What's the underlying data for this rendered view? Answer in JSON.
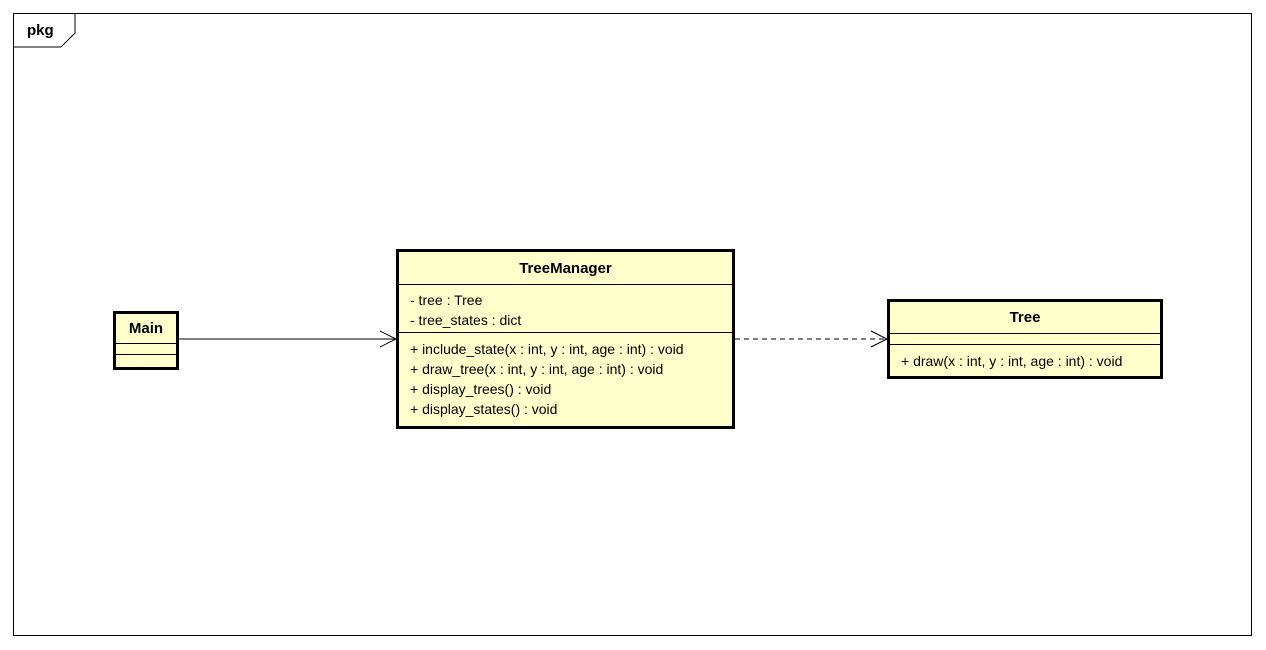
{
  "diagram": {
    "frame_label": "pkg",
    "classes": [
      {
        "name": "Main",
        "attributes": [],
        "operations": []
      },
      {
        "name": "TreeManager",
        "attributes": [
          "- tree : Tree",
          "- tree_states : dict"
        ],
        "operations": [
          "+ include_state(x : int, y : int, age : int) : void",
          "+ draw_tree(x : int, y : int, age : int) : void",
          "+ display_trees() : void",
          "+ display_states() : void"
        ]
      },
      {
        "name": "Tree",
        "attributes": [],
        "operations": [
          "+ draw(x : int, y : int, age : int) : void"
        ]
      }
    ],
    "relations": [
      {
        "from": "Main",
        "to": "TreeManager",
        "kind": "association"
      },
      {
        "from": "TreeManager",
        "to": "Tree",
        "kind": "dependency"
      }
    ],
    "colors": {
      "class_fill": "#ffffcc",
      "stroke": "#000000"
    }
  }
}
